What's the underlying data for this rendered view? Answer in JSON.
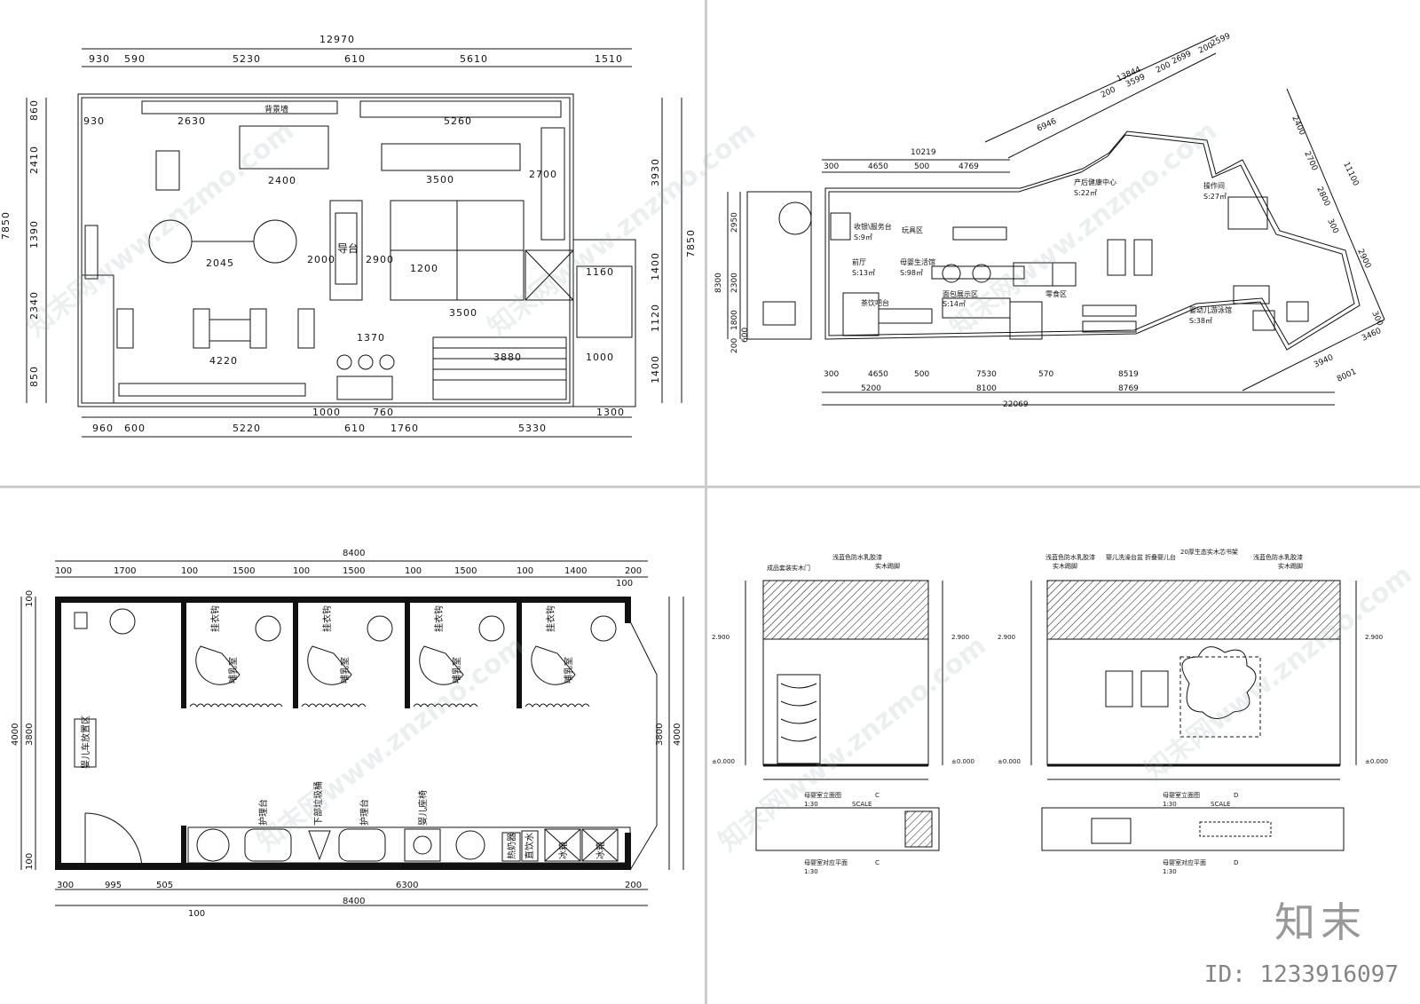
{
  "plan_a": {
    "dims_top_total": "12970",
    "dims_top": [
      "930",
      "590",
      "5230",
      "610",
      "5610",
      "1510"
    ],
    "dims_bottom": [
      "960",
      "600",
      "5220",
      "610",
      "1760",
      "5330"
    ],
    "dims_left": [
      "860",
      "2410",
      "1390",
      "2340",
      "850"
    ],
    "dims_left_total": "7850",
    "dims_right": [
      "3930",
      "1400",
      "1120",
      "1400"
    ],
    "dims_right_total": "7850",
    "inner_dims": [
      "930",
      "2630",
      "5260",
      "2400",
      "3500",
      "2700",
      "2045",
      "2000",
      "2900",
      "1200",
      "3500",
      "1370",
      "4220",
      "3880",
      "1000",
      "760",
      "1300",
      "1160",
      "1000"
    ],
    "labels": [
      "背景墙",
      "导台"
    ]
  },
  "plan_b": {
    "dims_top": [
      "10219",
      "300",
      "4650",
      "500",
      "4769"
    ],
    "dims_diag": [
      "13844",
      "6946",
      "200",
      "3599",
      "200",
      "2699",
      "200",
      "2599"
    ],
    "dims_left": [
      "2950",
      "2300",
      "1800",
      "200",
      "600"
    ],
    "dims_left_total": "8300",
    "dims_right": [
      "2400",
      "2700",
      "2800",
      "300",
      "3460",
      "3940",
      "8001",
      "11100",
      "300",
      "2900"
    ],
    "dims_bottom1": [
      "300",
      "4650",
      "500",
      "7530",
      "570",
      "8519"
    ],
    "dims_bottom2": [
      "5200",
      "8100",
      "8769"
    ],
    "dims_bottom_total": "22069",
    "rooms": [
      "收银\\服务台",
      "S:9㎡",
      "玩具区",
      "前厅",
      "S:13㎡",
      "母婴生活馆",
      "S:98㎡",
      "面包展示区",
      "S:14㎡",
      "茶饮吧台",
      "零食区",
      "婴幼儿游泳馆",
      "S:38㎡",
      "操作间",
      "S:27㎡",
      "产后健康中心",
      "S:22㎡"
    ]
  },
  "plan_c": {
    "dims_top_total": "8400",
    "dims_top": [
      "100",
      "1700",
      "100",
      "1500",
      "100",
      "1500",
      "100",
      "1500",
      "100",
      "1400",
      "200"
    ],
    "dims_bottom": [
      "300",
      "995",
      "505",
      "6300",
      "200"
    ],
    "dims_bottom_total": "8400",
    "dim_bottom_extra": "100",
    "dims_side": [
      "100",
      "3800",
      "100",
      "4000",
      "3800",
      "4000",
      "100"
    ],
    "rooms": [
      "哺乳室",
      "哺乳室",
      "哺乳室",
      "哺乳室"
    ],
    "hooks": [
      "挂衣钩",
      "挂衣钩",
      "挂衣钩",
      "挂衣钩"
    ],
    "labels": [
      "婴儿车放置区",
      "护理台",
      "下部垃圾桶",
      "护理台",
      "婴儿座椅",
      "热奶器",
      "直饮水",
      "冰箱",
      "冰箱"
    ]
  },
  "elev": {
    "left": {
      "annotations": [
        "成品套装实木门",
        "浅蓝色防水乳胶漆",
        "实木踢脚"
      ],
      "levels": [
        "2.900",
        "2.900",
        "±0.000",
        "±0.000"
      ],
      "title": "母婴室立面图",
      "title_letter": "C",
      "scale": "1:30",
      "scale_label": "SCALE",
      "plan_title": "母婴室对应平面",
      "plan_letter": "C",
      "plan_scale": "1:30"
    },
    "right": {
      "annotations": [
        "浅蓝色防水乳胶漆",
        "实木踢脚",
        "婴儿洗澡台盆",
        "折叠婴儿台",
        "20厚生态实木芯书架",
        "浅蓝色防水乳胶漆",
        "实木踢脚"
      ],
      "levels": [
        "2.900",
        "2.900",
        "±0.000",
        "±0.000"
      ],
      "title": "母婴室立面图",
      "title_letter": "D",
      "scale": "1:30",
      "scale_label": "SCALE",
      "plan_title": "母婴室对应平面",
      "plan_letter": "D",
      "plan_scale": "1:30"
    }
  },
  "watermark": {
    "text": "知末网www.znzmo.com",
    "brand": "知末",
    "id": "ID: 1233916097"
  }
}
